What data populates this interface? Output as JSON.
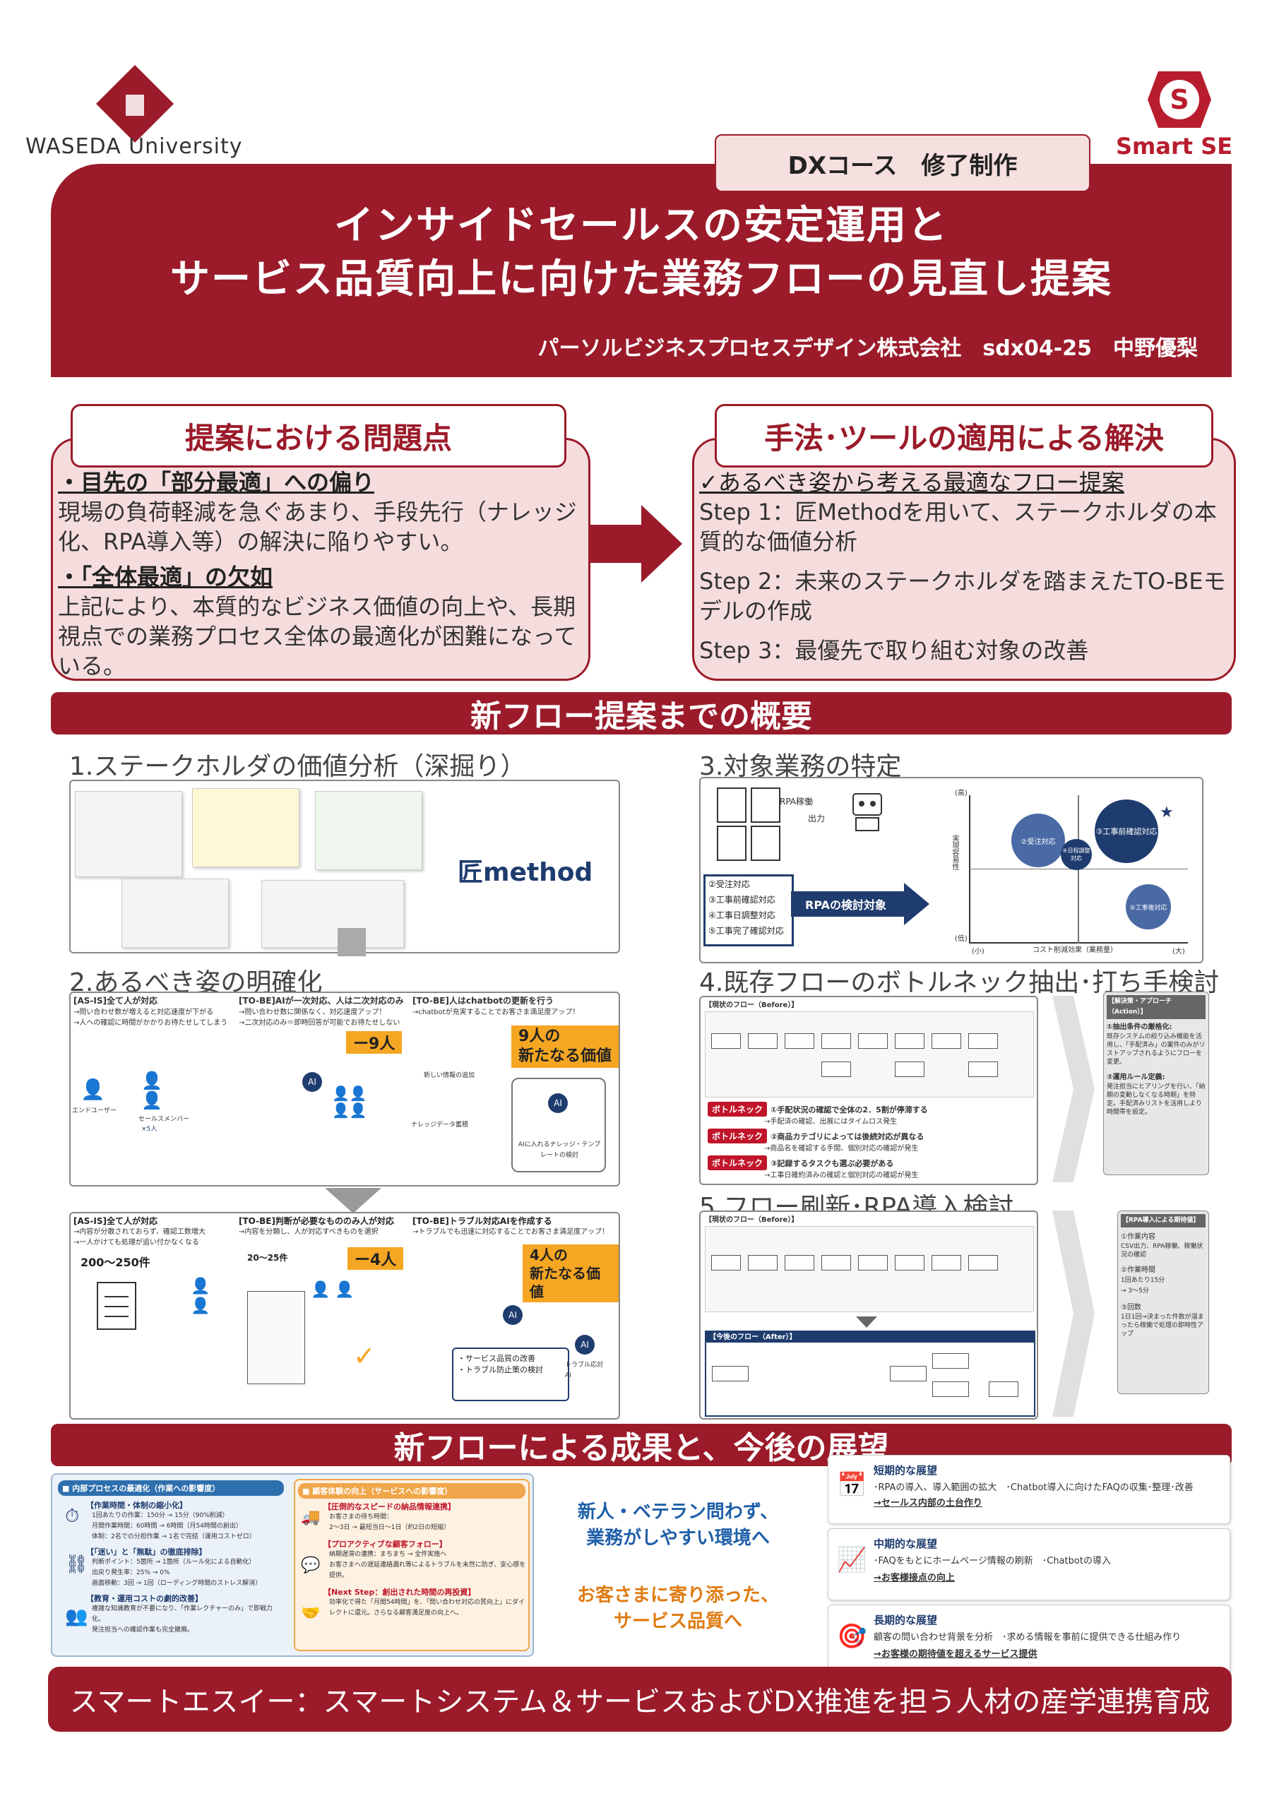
{
  "header": {
    "university": "WASEDA University",
    "brand": "Smart SE",
    "course_tab": "DXコース　修了制作",
    "title_line1": "インサイドセールスの安定運用と",
    "title_line2": "サービス品質向上に向けた業務フローの見直し提案",
    "author": "パーソルビジネスプロセスデザイン株式会社　sdx04-25　中野優梨"
  },
  "problems": {
    "heading": "提案における問題点",
    "item1_title": "・目先の「部分最適」への偏り",
    "item1_body": "現場の負荷軽減を急ぐあまり、手段先行（ナレッジ化、RPA導入等）の解決に陥りやすい。",
    "item2_title": "・「全体最適」の欠如",
    "item2_body": "上記により、本質的なビジネス価値の向上や、長期視点での業務プロセス全体の最適化が困難になっている。"
  },
  "solution": {
    "heading": "手法･ツールの適用による解決",
    "lead": "✓あるべき姿から考える最適なフロー提案",
    "step1": "Step 1：匠Methodを用いて、ステークホルダの本質的な価値分析",
    "step2": "Step 2：未来のステークホルダを踏まえたTO-BEモデルの作成",
    "step3": "Step 3：最優先で取り組む対象の改善"
  },
  "overview": {
    "band": "新フロー提案までの概要",
    "s1": "1.ステークホルダの価値分析（深掘り）",
    "s1_logo": "匠method",
    "s2": "2.あるべき姿の明確化",
    "s3": "3.対象業務の特定",
    "s4": "4.既存フローのボトルネック抽出･打ち手検討",
    "s5": "5.フロー刷新･RPA導入検討"
  },
  "s2_panel_a": {
    "asis_title": "[AS-IS]全て人が対応",
    "asis_b1": "→問い合わせ数が増えると対応速度が下がる",
    "asis_b2": "→人への確認に時間がかかりお待たせしてしまう",
    "tobe1_title": "[TO-BE]AIが一次対応、人は二次対応のみ",
    "tobe1_b1": "→問い合わせ数に関係なく、対応速度アップ！",
    "tobe1_b2": "→二次対応のみ＝即時回答が可能でお待たせしない",
    "tobe2_title": "[TO-BE]人はchatbotの更新を行う",
    "tobe2_b1": "→chatbotが充実することでお客さま満足度アップ！",
    "minus": "ー9人",
    "value_line1": "9人の",
    "value_line2": "新たなる価値",
    "enduser": "エンドユーザー",
    "sales": "セールスメンバー",
    "sales_count": "×5人",
    "new_info": "新しい情報の追加",
    "knowledge": "ナレッジデータ蓄積",
    "ai_label": "AIに入れるナレッジ・テンプレートの検討"
  },
  "s2_panel_b": {
    "asis_title": "[AS-IS]全て人が対応",
    "asis_b1": "→内容が分散されておらず、確認工数増大",
    "asis_b2": "→一人かけても処理が追い付かなくなる",
    "count_range": "200～250件",
    "tobe1_title": "[TO-BE]判断が必要なもののみ人が対応",
    "tobe1_b1": "→内容を分類し、人が対応すべきものを選択",
    "count_small": "20～25件",
    "tobe2_title": "[TO-BE]トラブル対応AIを作成する",
    "tobe2_b1": "→トラブルでも迅速に対応することでお客さま満足度アップ！",
    "minus": "ー4人",
    "value_line1": "4人の",
    "value_line2": "新たなる価値",
    "result1": "・サービス品質の改善",
    "result2": "・トラブル防止策の検討",
    "ai_label": "トラブル応対AI"
  },
  "s3_panel": {
    "rpa_label": "RPA稼働",
    "output": "出力",
    "items": [
      "②受注対応",
      "③工事前確認対応",
      "④工事日調整対応",
      "⑤工事完了確認対応"
    ],
    "target": "RPAの検討対象",
    "y_axis": "実現容易性",
    "x_axis": "コスト削減効果（業務量）",
    "high": "(高)",
    "low": "(低)",
    "small": "(小)",
    "large": "(大)",
    "b2": "②受注対応",
    "b3": "③工事前確認対応",
    "b4": "④日程調整対応",
    "b5": "⑤工事後対応"
  },
  "s4_panel": {
    "flow_title": "【現状のフロー（Before）】",
    "tag": "ボトルネック",
    "bn1": "①手配状況の確認で全体の2．5割が停滞する",
    "bn1_sub": "→手配済の確認、出展にはタイムロス発生",
    "bn2": "②商品カテゴリによっては後続対応が異なる",
    "bn2_sub": "→商品名を確認する手間、個別対応の確認が発生",
    "bn3": "③記録するタスクも選ぶ必要がある",
    "bn3_sub": "→工事日確約済みの確認と個別対応の確認が発生",
    "card_title": "【解決策・アプローチ（Action）】",
    "card_1": "①抽出条件の厳格化:",
    "card_1b": "既存システムの絞り込み機能を活用し、「手配済み」の案件のみがリストアップされるようにフローを変更。",
    "card_2": "②運用ルール定義:",
    "card_2b": "発注担当にヒアリングを行い、「納期の変動しなくなる時期」を特定。手配済みリストを活用しより時間帯を設定。"
  },
  "s5_panel": {
    "before": "【現状のフロー（Before）】",
    "after": "【今後のフロー（After）】",
    "card_title": "【RPA導入による期待値】",
    "c1": "①作業内容",
    "c1b": "CSV出力、RPA稼働、稼働状況の確認",
    "c2": "②作業時間",
    "c2b": "1回あたり15分",
    "c2c": "→ 3～5分",
    "c3": "③回数",
    "c3b": "1日1回→決まった件数が溜まったら稼働で処理の即時性アップ"
  },
  "results": {
    "band": "新フローによる成果と、今後の展望",
    "left_head1": "■ 内部プロセスの最適化（作業への影響度）",
    "l1": "【作業時間・体制の縮小化】",
    "l1a": "1回あたりの作業：150分 → 15分（90%削減）",
    "l1b": "月間作業時間：60時間 → 6時間（月54時間の創出）",
    "l1c": "体制：2名での分担作業 → 1名で完結（運用コストゼロ）",
    "l2": "【「迷い」と「無駄」の徹底排除】",
    "l2a": "判断ポイント：5箇所 → 1箇所（ルール化による自動化）",
    "l2b": "出戻り発生率：25% → 0%",
    "l2c": "画面移動：3回 → 1回（ローディング時間のストレス解消）",
    "l3": "【教育・運用コストの劇的改善】",
    "l3a": "複雑な知識教育が不要になり、「作業レクチャーのみ」で即戦力化。",
    "l3b": "発注担当への確認作業も完全撤廃。",
    "left_head2": "■ 顧客体験の向上（サービスへの影響度）",
    "r1": "【圧倒的なスピードの納品情報連携】",
    "r1a": "お客さまの待ち時間：",
    "r1b": "2～3日 → 最短当日～1日（約2日の短縮）",
    "r2": "【プロアクティブな顧客フォロー】",
    "r2a": "納期遅滞の連携：まちまち → 全件実施へ",
    "r2b": "お客さまへの遅延連絡漏れ等によるトラブルを未然に防ぎ、安心感を提供。",
    "r3": "【Next Step：創出された時間の再投資】",
    "r3a": "効率化で得た「月間54時間」を、「問い合わせ対応の質向上」にダイレクトに還元。さらなる顧客満足度の向上へ。",
    "center1": "新人・ベテラン問わず、",
    "center2": "業務がしやすい環境へ",
    "center3": "お客さまに寄り添った、",
    "center4": "サービス品質へ",
    "short_title": "短期的な展望",
    "short_body": "･RPAの導入、導入範囲の拡大　･Chatbot導入に向けたFAQの収集･整理･改善",
    "short_result": "→セールス内部の土台作り",
    "mid_title": "中期的な展望",
    "mid_body": "･FAQをもとにホームページ情報の刷新　･Chatbotの導入",
    "mid_result": "→お客様接点の向上",
    "long_title": "長期的な展望",
    "long_body": "顧客の問い合わせ背景を分析　･求める情報を事前に提供できる仕組み作り",
    "long_result": "→お客様の期待値を超えるサービス提供"
  },
  "footer": {
    "text": "スマートエスイー：スマートシステム＆サービスおよびDX推進を担う人材の産学連携育成"
  },
  "colors": {
    "crimson": "#9b1b2a",
    "pink": "#f6dddd",
    "orange": "#f5a623",
    "navy": "#1f3c6e"
  }
}
